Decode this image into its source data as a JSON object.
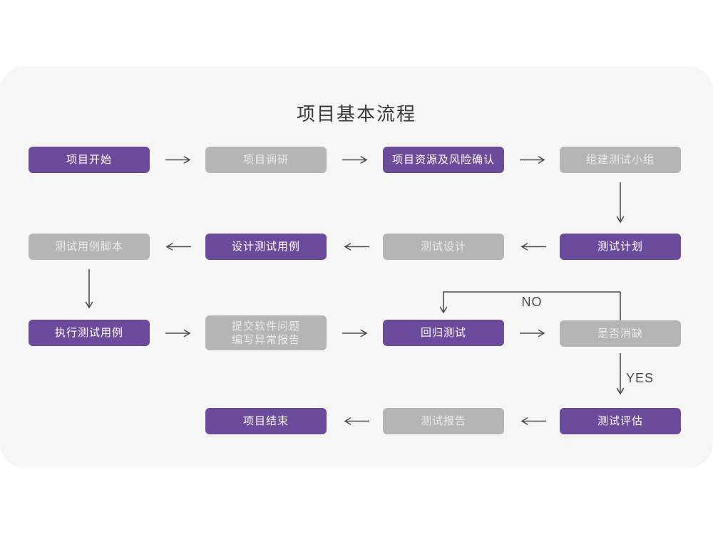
{
  "title": "项目基本流程",
  "branch_labels": {
    "no": "NO",
    "yes": "YES"
  },
  "colors": {
    "accent_purple": "#6d4b9c",
    "node_gray": "#b5b5b5",
    "card_background": "#f6f6f6",
    "arrow": "#4d4d4d"
  },
  "nodes": {
    "project_start": {
      "label": "项目开始",
      "style": "purple"
    },
    "project_research": {
      "label": "项目调研",
      "style": "gray"
    },
    "resource_risk_confirm": {
      "label": "项目资源及风险确认",
      "style": "purple"
    },
    "build_test_team": {
      "label": "组建测试小组",
      "style": "gray"
    },
    "test_plan": {
      "label": "测试计划",
      "style": "purple"
    },
    "test_design": {
      "label": "测试设计",
      "style": "gray"
    },
    "design_test_cases": {
      "label": "设计测试用例",
      "style": "purple"
    },
    "test_case_script": {
      "label": "测试用例脚本",
      "style": "gray"
    },
    "execute_test_cases": {
      "label": "执行测试用例",
      "style": "purple"
    },
    "submit_issue_report": {
      "label": "提交软件问题\n编写异常报告",
      "style": "gray"
    },
    "regression_test": {
      "label": "回归测试",
      "style": "purple"
    },
    "defect_cleared": {
      "label": "是否消缺",
      "style": "gray"
    },
    "test_evaluation": {
      "label": "测试评估",
      "style": "purple"
    },
    "test_report": {
      "label": "测试报告",
      "style": "gray"
    },
    "project_end": {
      "label": "项目结束",
      "style": "purple"
    }
  }
}
